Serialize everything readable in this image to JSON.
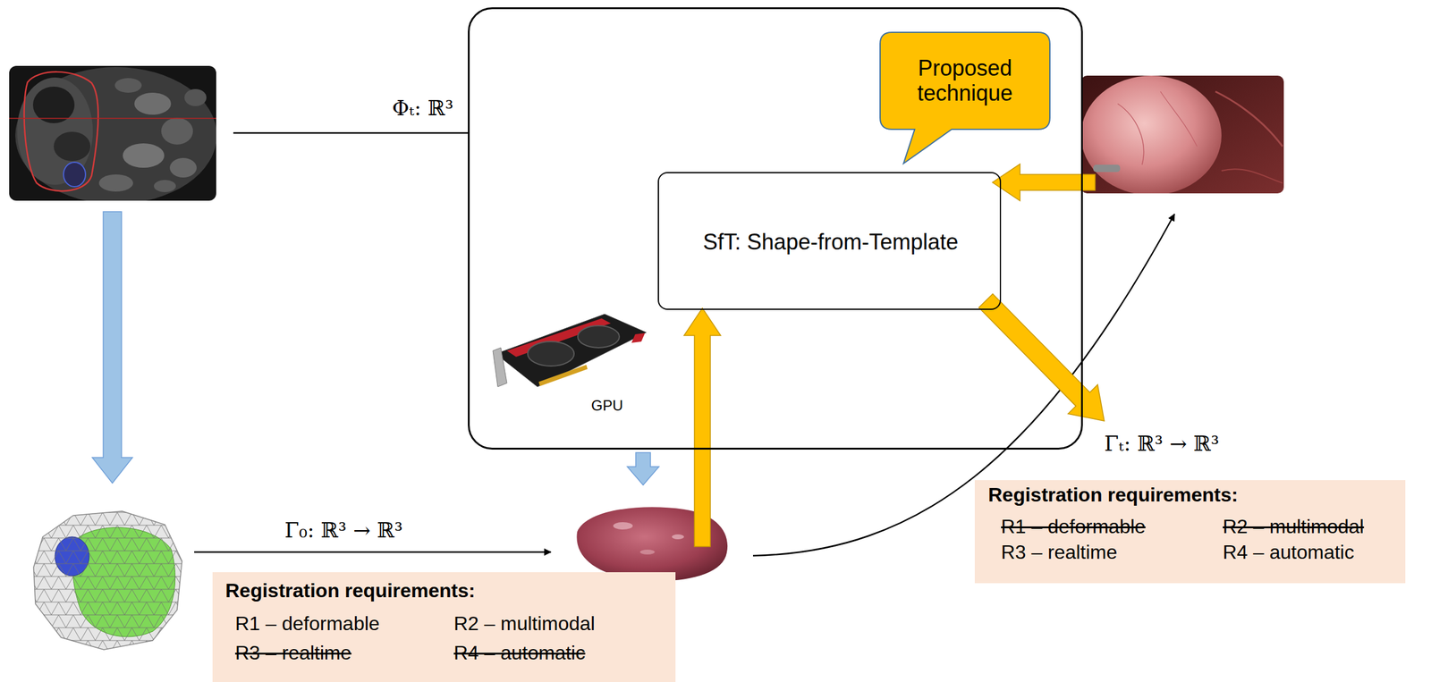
{
  "diagram": {
    "nodes": [
      {
        "text": [
          "GPU"
        ]
      },
      {
        "text": [
          "Proposed technique"
        ],
        "in": 0
      },
      {
        "text": [
          "SfT: Shape-from-Template"
        ],
        "in": 0
      },
      {
        "text": [
          "Registration requirements:",
          "R1 – deformable",
          "R2 – multimodal",
          "R3 – realtime",
          "R4 – automatic"
        ]
      },
      {
        "text": [
          "Registration requirements:",
          "R1 – deformable",
          "R2 – multimodal",
          "R3 – realtime",
          "R4 – automatic"
        ]
      }
    ],
    "labels": [
      "Φₜ: ℝ³",
      "Γ₀: ℝ³ → ℝ³",
      "Γₜ: ℝ³ → ℝ³"
    ]
  }
}
